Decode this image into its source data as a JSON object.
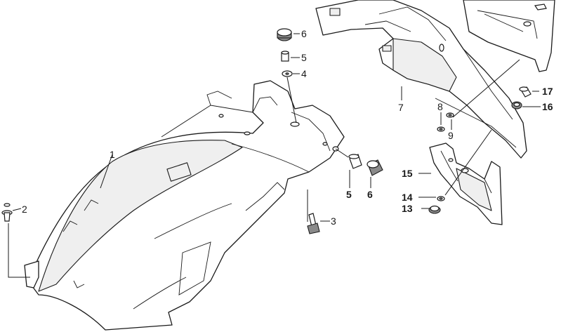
{
  "diagram": {
    "callouts": [
      {
        "id": "c1",
        "text": "1",
        "bold": false
      },
      {
        "id": "c2",
        "text": "2",
        "bold": false
      },
      {
        "id": "c3",
        "text": "3",
        "bold": false
      },
      {
        "id": "c4",
        "text": "4",
        "bold": false
      },
      {
        "id": "c5a",
        "text": "5",
        "bold": false
      },
      {
        "id": "c6a",
        "text": "6",
        "bold": false
      },
      {
        "id": "c5b",
        "text": "5",
        "bold": true
      },
      {
        "id": "c6b",
        "text": "6",
        "bold": true
      },
      {
        "id": "c7",
        "text": "7",
        "bold": false
      },
      {
        "id": "c8",
        "text": "8",
        "bold": false
      },
      {
        "id": "c9",
        "text": "9",
        "bold": false
      },
      {
        "id": "c13",
        "text": "13",
        "bold": true
      },
      {
        "id": "c14",
        "text": "14",
        "bold": true
      },
      {
        "id": "c15",
        "text": "15",
        "bold": true
      },
      {
        "id": "c16",
        "text": "16",
        "bold": true
      },
      {
        "id": "c17",
        "text": "17",
        "bold": true
      }
    ]
  }
}
